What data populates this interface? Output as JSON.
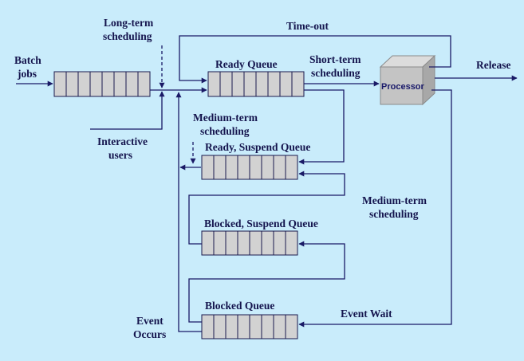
{
  "labels": {
    "batch_line1": "Batch",
    "batch_line2": "jobs",
    "long_term_line1": "Long-term",
    "long_term_line2": "scheduling",
    "interactive_line1": "Interactive",
    "interactive_line2": "users",
    "timeout": "Time-out",
    "short_term_line1": "Short-term",
    "short_term_line2": "scheduling",
    "release": "Release",
    "medium_term_a_line1": "Medium-term",
    "medium_term_a_line2": "scheduling",
    "medium_term_b_line1": "Medium-term",
    "medium_term_b_line2": "scheduling",
    "event_occurs_line1": "Event",
    "event_occurs_line2": "Occurs",
    "event_wait": "Event Wait"
  },
  "queues": {
    "ready": "Ready Queue",
    "ready_suspend": "Ready, Suspend Queue",
    "blocked_suspend": "Blocked, Suspend Queue",
    "blocked": "Blocked Queue"
  },
  "processor": "Processor",
  "colors": {
    "background": "#c9ecfb",
    "line": "#1a1a66",
    "queue_fill": "#d2d2d2",
    "processor_fill": "#c4c4c4"
  }
}
